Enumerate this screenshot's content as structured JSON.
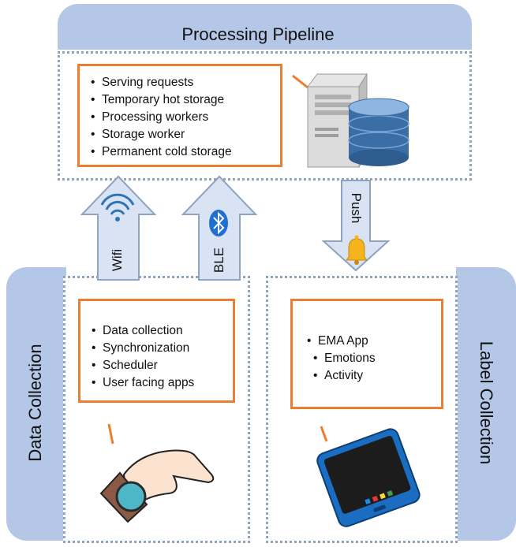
{
  "pipeline": {
    "title": "Processing Pipeline",
    "items": [
      "Serving requests",
      "Temporary hot storage",
      "Processing workers",
      "Storage worker",
      "Permanent cold storage"
    ]
  },
  "data_collection": {
    "title": "Data Collection",
    "items": [
      "Data collection",
      "Synchronization",
      "Scheduler",
      "User facing apps"
    ]
  },
  "label_collection": {
    "title": "Label Collection",
    "app": "EMA App",
    "subitems": [
      "Emotions",
      "Activity"
    ]
  },
  "arrows": {
    "wifi": "Wifi",
    "ble": "BLE",
    "push": "Push"
  },
  "colors": {
    "tab": "#b4c7e7",
    "accent": "#ec7d31",
    "arrow_fill": "#dae3f3",
    "arrow_stroke": "#8ea3c0"
  }
}
